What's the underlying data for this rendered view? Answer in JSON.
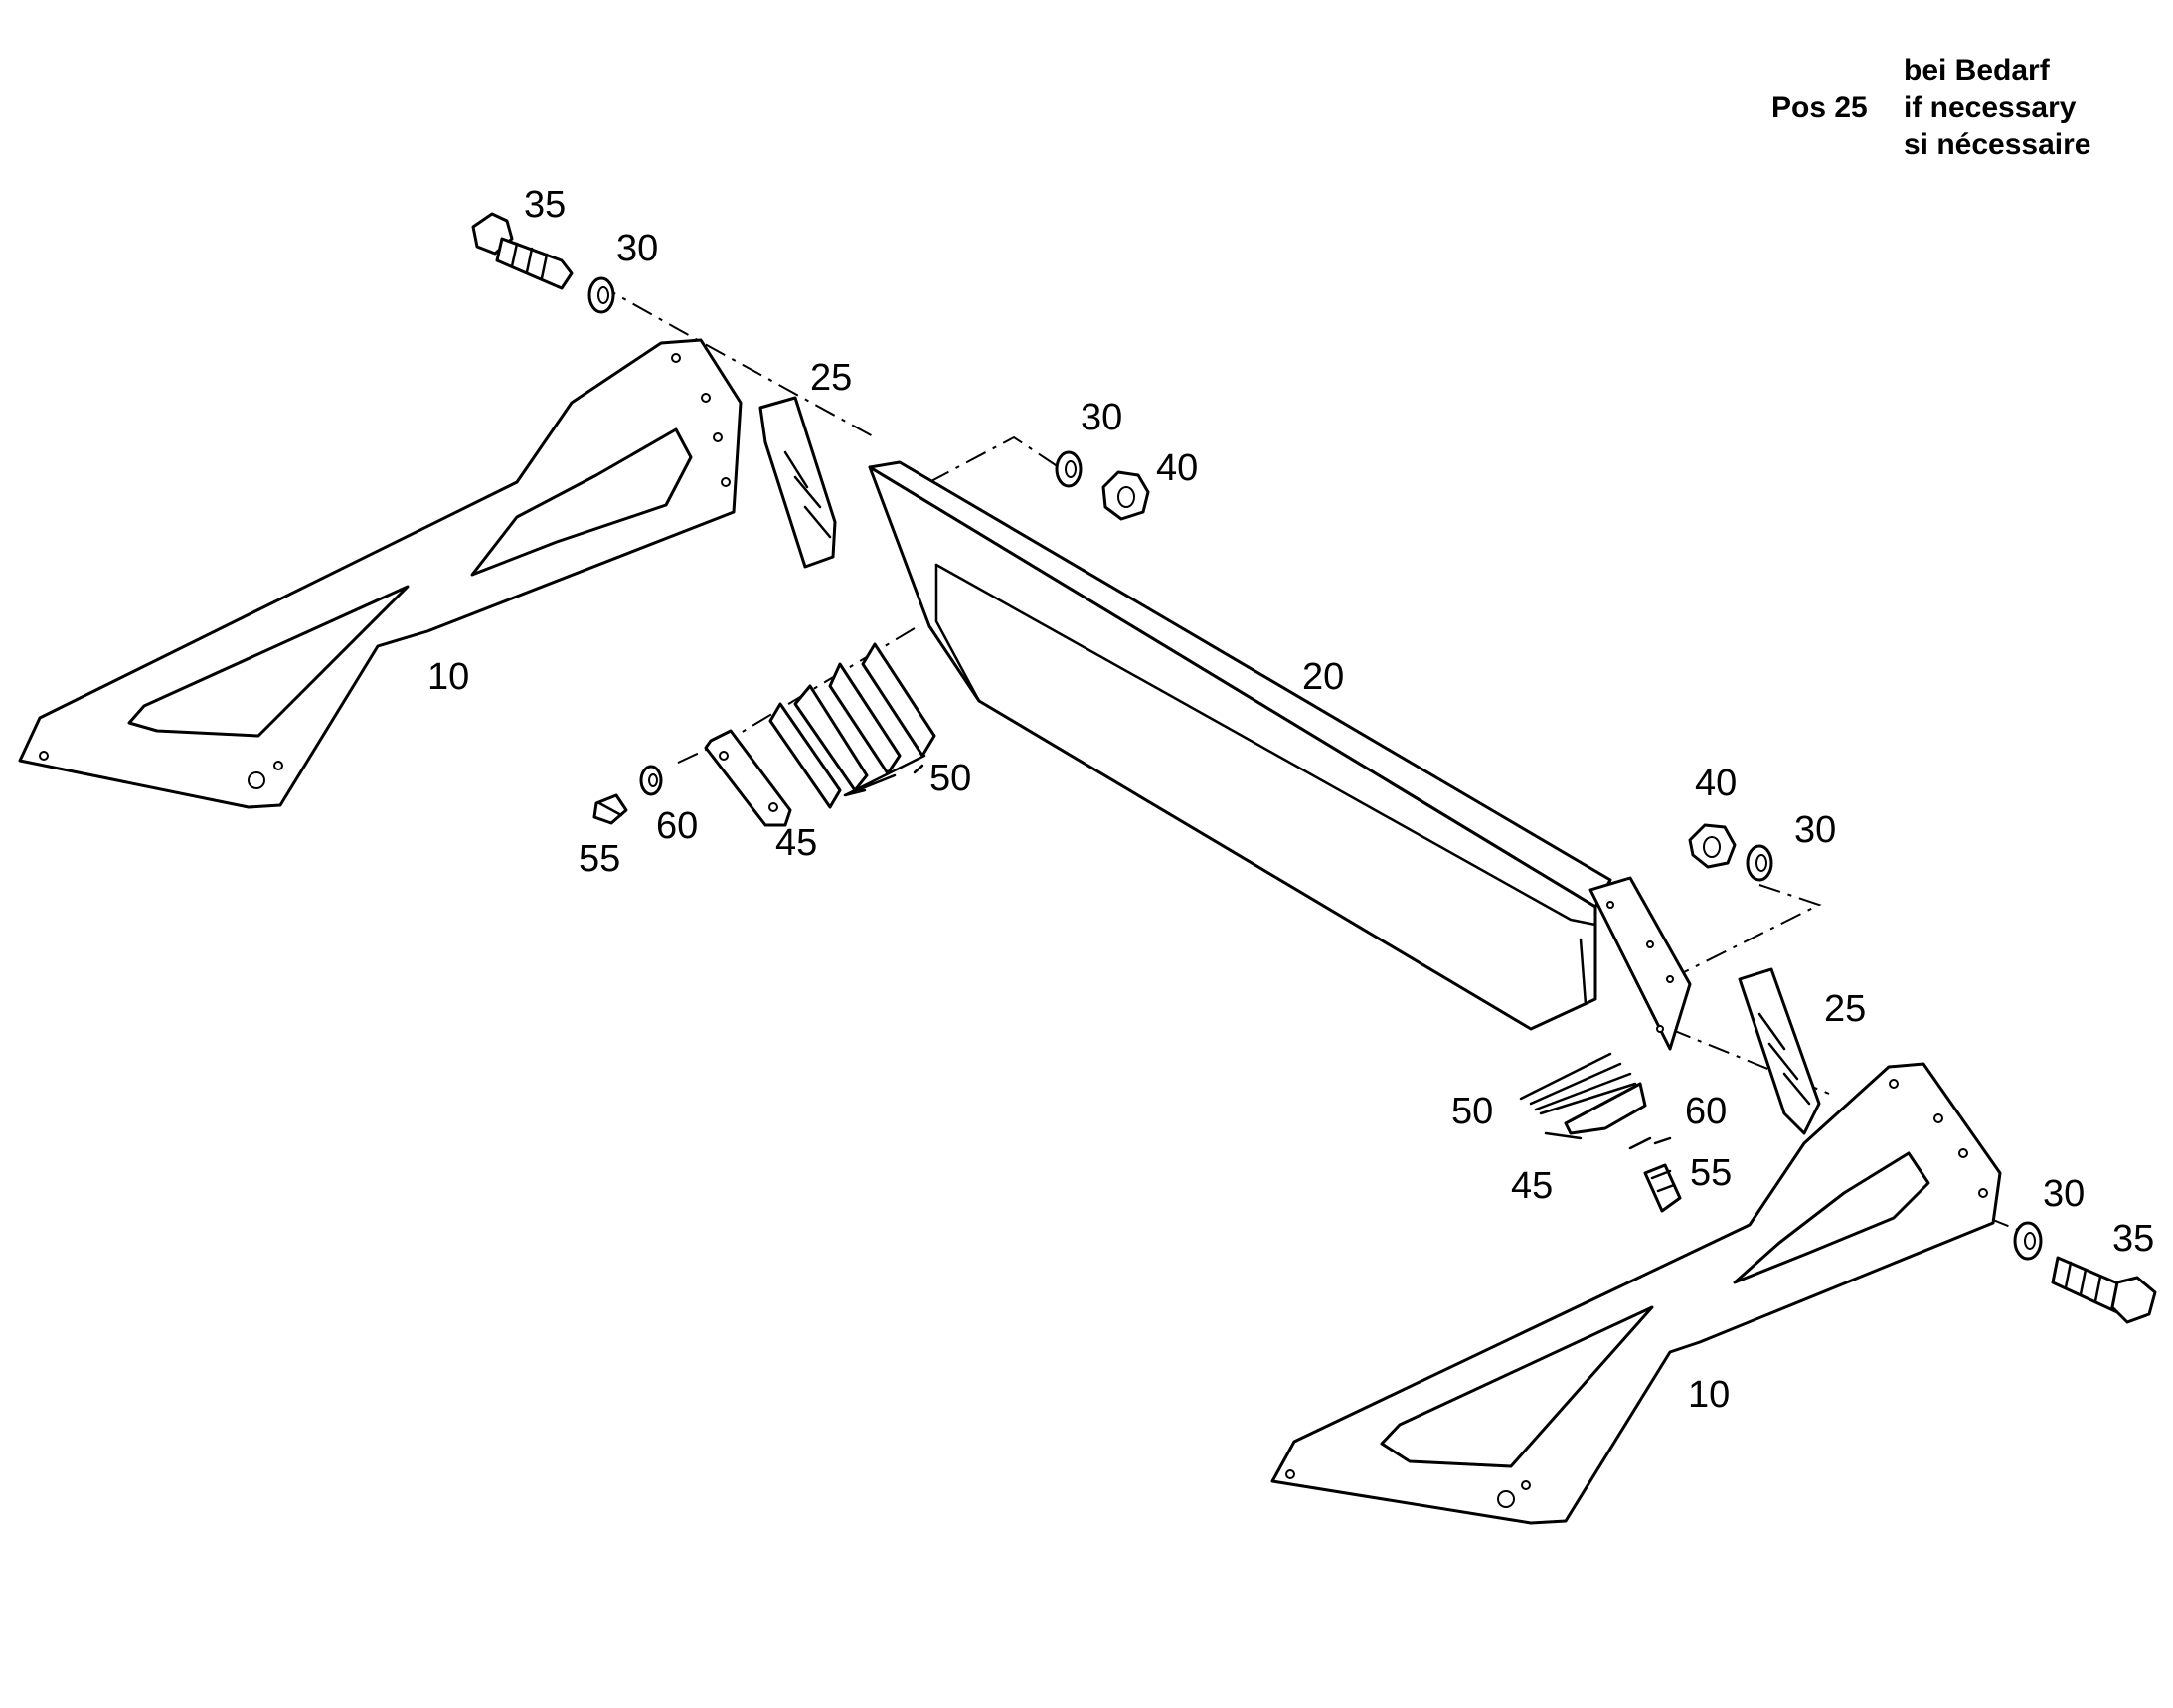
{
  "note": {
    "pos_label": "Pos 25",
    "lines": [
      "bei Bedarf",
      "if necessary",
      "si nécessaire"
    ]
  },
  "labels": {
    "bolt_left": "35",
    "washer_left_top": "30",
    "bracket_left": "25",
    "washer_mid_left": "30",
    "nut_left": "40",
    "frame_left": "10",
    "panel": "20",
    "shims_left": "50",
    "plate_left": "45",
    "washer_small_left": "60",
    "screw_left": "55",
    "nut_right": "40",
    "washer_right_top": "30",
    "bracket_right": "25",
    "shims_right": "50",
    "washer_small_right": "60",
    "plate_right": "45",
    "screw_right": "55",
    "washer_right_bottom": "30",
    "bolt_right": "35",
    "frame_right": "10"
  }
}
